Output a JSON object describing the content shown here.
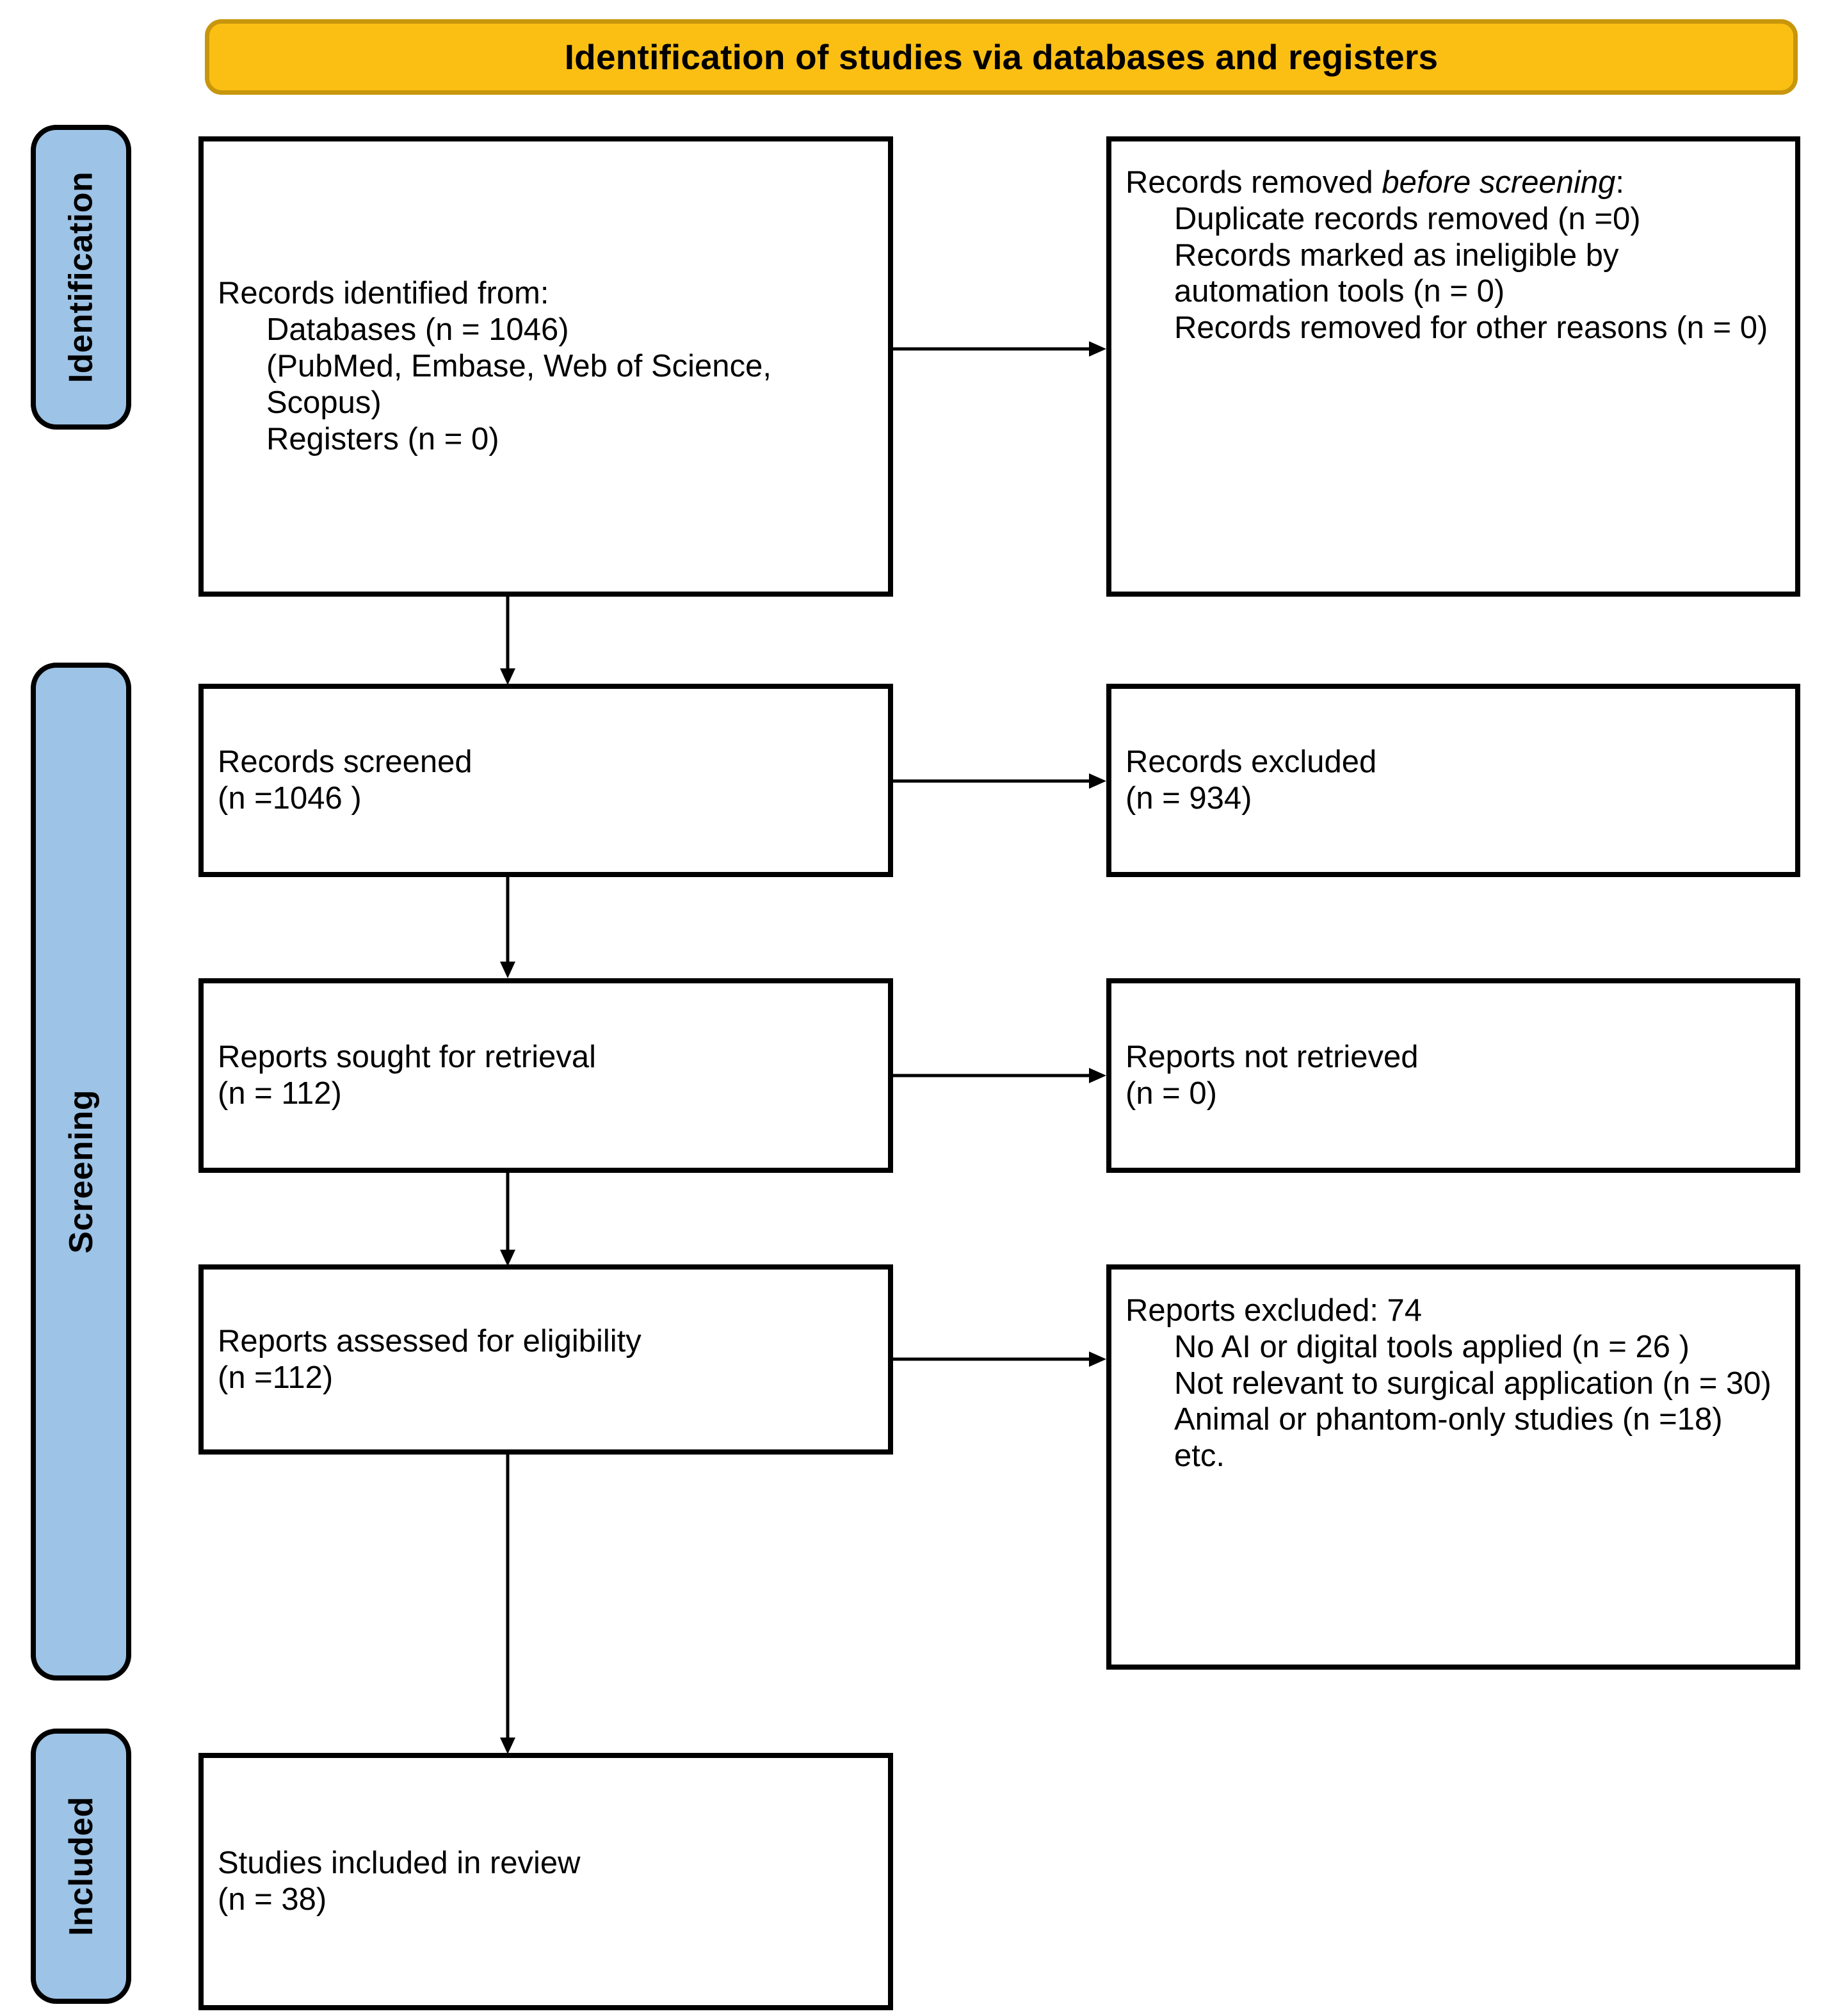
{
  "header": {
    "title": "Identification of studies via databases and registers",
    "fill_color": "#FBBF14",
    "border_color": "#C8960C"
  },
  "stages": [
    {
      "id": "identification",
      "label": "Identification",
      "fill_color": "#9DC3E6"
    },
    {
      "id": "screening",
      "label": "Screening",
      "fill_color": "#9DC3E6"
    },
    {
      "id": "included",
      "label": "Included",
      "fill_color": "#9DC3E6"
    }
  ],
  "boxes": {
    "identified": {
      "heading": "Records identified from:",
      "items": [
        "Databases (n = 1046)",
        "(PubMed, Embase, Web of Science, Scopus)",
        "Registers (n = 0)"
      ]
    },
    "removed_before_screening": {
      "heading_prefix": "Records removed ",
      "heading_italic": "before screening",
      "heading_suffix": ":",
      "items": [
        "Duplicate records removed  (n =0)",
        "Records marked as ineligible by automation tools (n = 0)",
        "Records removed for other reasons (n = 0)"
      ]
    },
    "screened": {
      "line1": "Records screened",
      "line2": "(n =1046 )"
    },
    "records_excluded": {
      "line1": "Records excluded",
      "line2": "(n = 934)"
    },
    "sought_for_retrieval": {
      "line1": "Reports sought for retrieval",
      "line2": "(n = 112)"
    },
    "not_retrieved": {
      "line1": "Reports not retrieved",
      "line2": "(n = 0)"
    },
    "assessed_for_eligibility": {
      "line1": "Reports assessed for eligibility",
      "line2": "(n =112)"
    },
    "reports_excluded": {
      "heading": "Reports excluded: 74",
      "items": [
        "No AI or digital tools applied (n = 26 )",
        "Not relevant to surgical application (n = 30)",
        "Animal or phantom-only studies (n =18)",
        "etc."
      ]
    },
    "studies_included": {
      "line1": "Studies included in review",
      "line2": "(n = 38)"
    }
  },
  "counts": {
    "databases": 1046,
    "registers": 0,
    "duplicates_removed": 0,
    "ineligible_automation": 0,
    "removed_other": 0,
    "records_screened": 1046,
    "records_excluded": 934,
    "reports_sought": 112,
    "reports_not_retrieved": 0,
    "reports_assessed": 112,
    "reports_excluded_total": 74,
    "excluded_no_ai": 26,
    "excluded_not_surgical": 30,
    "excluded_animal_phantom": 18,
    "studies_included": 38
  },
  "connectors": [
    {
      "name": "identified-to-removed",
      "direction": "right"
    },
    {
      "name": "identified-to-screened",
      "direction": "down"
    },
    {
      "name": "screened-to-excluded",
      "direction": "right"
    },
    {
      "name": "screened-to-sought",
      "direction": "down"
    },
    {
      "name": "sought-to-not-retrieved",
      "direction": "right"
    },
    {
      "name": "sought-to-assessed",
      "direction": "down"
    },
    {
      "name": "assessed-to-reports-excluded",
      "direction": "right"
    },
    {
      "name": "assessed-to-included",
      "direction": "down"
    }
  ]
}
